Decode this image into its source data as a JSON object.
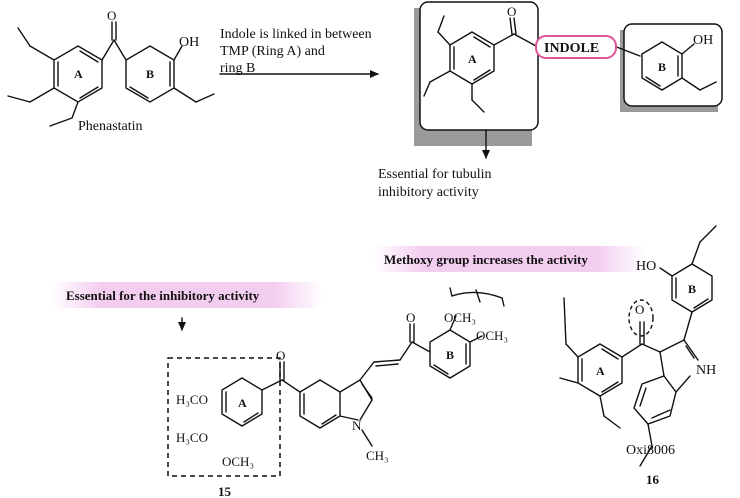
{
  "phenastatin": {
    "name": "Phenastatin",
    "ring_a": "A",
    "ring_b": "B",
    "oh": "OH",
    "carbonyl_o": "O"
  },
  "arrow_note": {
    "line1": "Indole is linked in between",
    "line2": "TMP (Ring A) and",
    "line3": "ring B"
  },
  "scaffold": {
    "ring_a": "A",
    "ring_b": "B",
    "linker": "INDOLE",
    "oh": "OH",
    "carbonyl_o": "O",
    "note_line1": "Essential for tubulin",
    "note_line2": "inhibitory activity"
  },
  "compound15": {
    "callout": "Essential for the inhibitory activity",
    "number": "15",
    "ring_a": "A",
    "ring_b": "B",
    "h3co_1": "H₃CO",
    "h3co_2": "H₃CO",
    "och3_low": "OCH₃",
    "och3_b1": "OCH₃",
    "och3_b2": "OCH₃",
    "n": "N",
    "ch3": "CH₃",
    "carbonyl_o": "O",
    "enone_o": "O"
  },
  "compound16": {
    "callout": "Methoxy group increases the activity",
    "name": "Oxi8006",
    "number": "16",
    "ring_a": "A",
    "ring_b": "B",
    "ho": "HO",
    "nh": "NH",
    "carbonyl_o": "O"
  },
  "colors": {
    "callout_fill": "#f3cdf0",
    "indole_border": "#e0559a",
    "shadow": "#9a9a9a",
    "ink": "#111111"
  }
}
